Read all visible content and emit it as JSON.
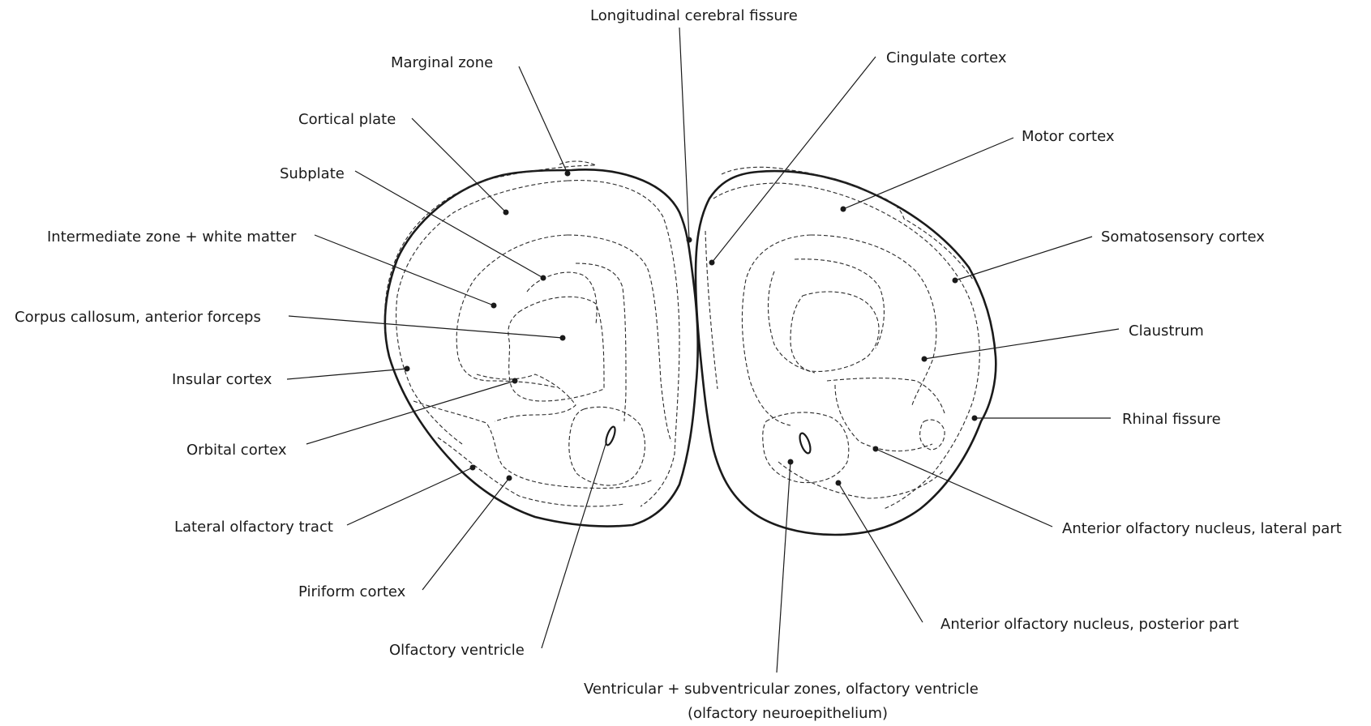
{
  "labels": {
    "longitudinal_cerebral_fissure": "Longitudinal cerebral fissure",
    "marginal_zone": "Marginal zone",
    "cortical_plate": "Cortical plate",
    "subplate": "Subplate",
    "intermediate_zone": "Intermediate zone + white matter",
    "corpus_callosum": "Corpus callosum, anterior forceps",
    "insular_cortex": "Insular cortex",
    "orbital_cortex": "Orbital cortex",
    "lateral_olfactory_tract": "Lateral olfactory tract",
    "piriform_cortex": "Piriform cortex",
    "olfactory_ventricle": "Olfactory ventricle",
    "cingulate_cortex": "Cingulate cortex",
    "motor_cortex": "Motor cortex",
    "somatosensory_cortex": "Somatosensory cortex",
    "claustrum": "Claustrum",
    "rhinal_fissure": "Rhinal fissure",
    "aon_lateral": "Anterior olfactory nucleus, lateral part",
    "aon_posterior": "Anterior olfactory nucleus, posterior part",
    "ventricular_zones_line1": "Ventricular + subventricular zones, olfactory ventricle",
    "ventricular_zones_line2": "(olfactory neuroepithelium)"
  }
}
